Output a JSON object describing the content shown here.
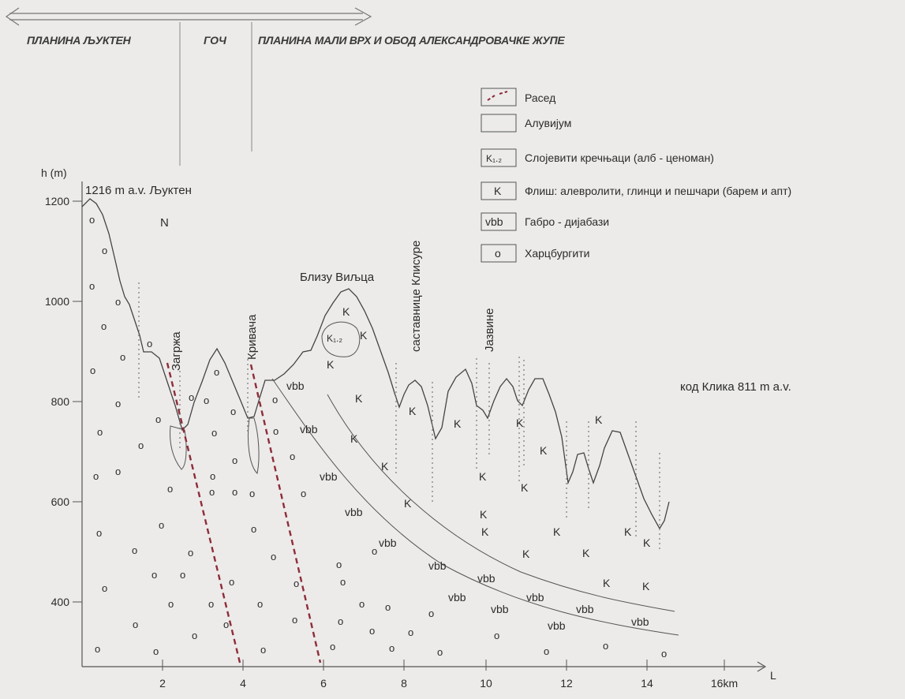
{
  "header": {
    "titles": [
      "ПЛАНИНА ЉУКТЕН",
      "ГОЧ",
      "ПЛАНИНА МАЛИ ВРХ  И ОБОД АЛЕКСАНДРОВАЧКЕ ЖУПЕ"
    ]
  },
  "axes": {
    "y_label": "h (m)",
    "x_label": "L",
    "y_ticks": [
      "1200",
      "1000",
      "800",
      "600",
      "400"
    ],
    "x_ticks": [
      "2",
      "4",
      "6",
      "8",
      "10",
      "12",
      "14",
      "16km"
    ]
  },
  "legend": [
    {
      "symbol": "",
      "text": "Расед"
    },
    {
      "symbol": "",
      "text": "Алувијум"
    },
    {
      "symbol": "K₁.₂",
      "text": "Слојевити кречњаци (алб - ценоман)"
    },
    {
      "symbol": "K",
      "text": "Флиш: алевролити, глинци и пешчари (барем и апт)"
    },
    {
      "symbol": "vbb",
      "text": "Габро - дијабази"
    },
    {
      "symbol": "o",
      "text": "Харцбургити"
    }
  ],
  "labels": {
    "peak": "1216 m a.v. Љуктен",
    "north": "N",
    "near_viljca": "Близу Виљца",
    "klisure": "саставнице Клисуре",
    "jazvine": "Јазвине",
    "zagrzha": "Загржа",
    "krivacha": "Кривача",
    "klika": "код Клика 811  m a.v."
  },
  "symbols": {
    "ultramafic": "o",
    "gabbro": "vbb",
    "flysch": "K",
    "limestone": "K₁.₂"
  },
  "colors": {
    "background": "#ecebe9",
    "ink": "#2b2b2b",
    "fault": "#8e2c3a",
    "dotted": "#777777"
  }
}
